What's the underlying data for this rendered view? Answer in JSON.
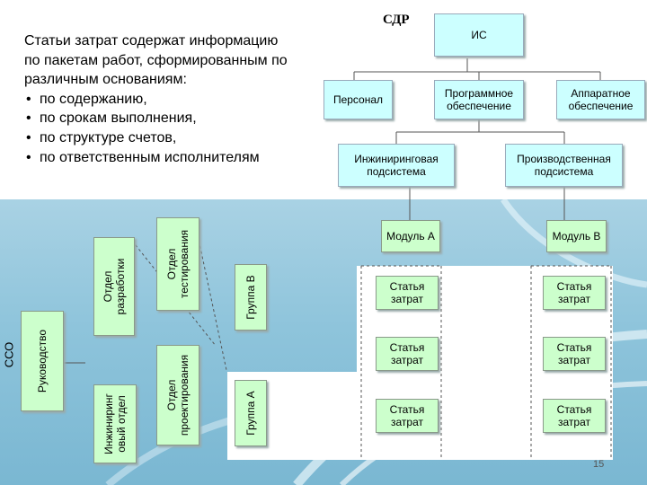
{
  "slide": {
    "intro": {
      "heading": "Статьи затрат содержат информацию по пакетам работ, сформированным по различным основаниям:",
      "bullets": [
        "по содержанию,",
        "по срокам выполнения,",
        "по структуре счетов,",
        "по ответственным исполнителям"
      ]
    },
    "sdr": {
      "title": "СДР",
      "root": "ИС",
      "level2": [
        "Персонал",
        "Программное обеспечение",
        "Аппаратное обеспечение"
      ],
      "level3": [
        "Инжиниринговая подсистема",
        "Производственная подсистема"
      ],
      "modules": [
        "Модуль А",
        "Модуль В"
      ],
      "cost_item": "Статья затрат"
    },
    "cco": {
      "title": "ССО",
      "head": "Руководство",
      "departments": [
        "Отдел разработки",
        "Отдел тестирования",
        "Инжиниринг овый отдел",
        "Отдел проектирования"
      ],
      "groups": [
        "Группа В",
        "Группа А"
      ]
    },
    "page_number": "15",
    "colors": {
      "box_green": "#ccffcc",
      "box_cyan": "#ccffff",
      "background_blue": "#8ec4db"
    }
  }
}
